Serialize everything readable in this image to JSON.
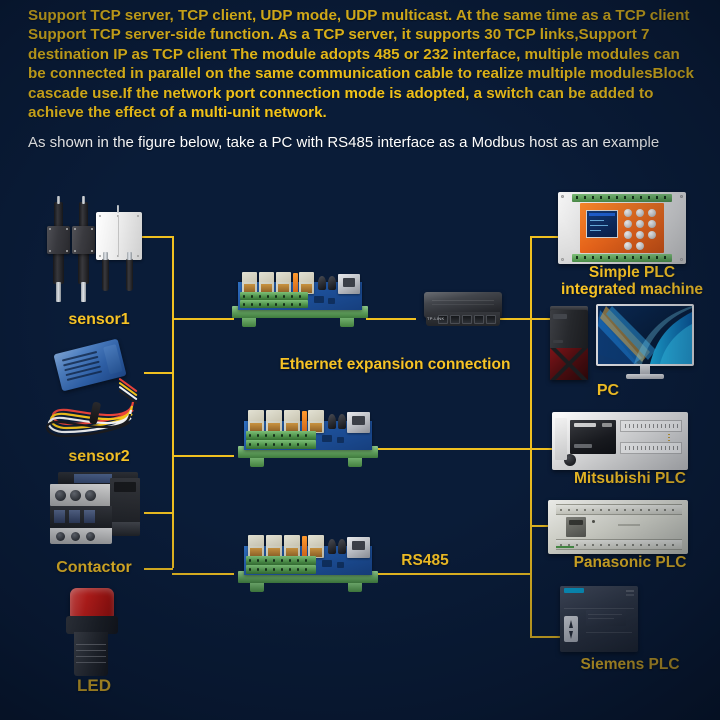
{
  "header": {
    "paragraph_yellow": "Support TCP server, TCP client, UDP mode, UDP multicast. At the same time as a TCP client Support TCP server-side function. As a TCP server, it supports 30 TCP links,Support 7 destination IP as TCP client\nThe module adopts 485 or 232 interface, multiple modules can be connected in parallel on the same communication cable to realize multiple modulesBlock cascade use.If the network port connection mode is adopted, a switch can be added to achieve the effect of a multi-unit network.",
    "paragraph_white": "As shown in the figure below, take a PC with RS485 interface as a\nModbus host as an example"
  },
  "colors": {
    "accent_yellow": "#f7c325",
    "wire": "#f0c020",
    "background_deep": "#071a33",
    "background_mid": "#14559a",
    "white_text": "#ffffff"
  },
  "left_devices": [
    {
      "label": "sensor1",
      "name": "sensor1"
    },
    {
      "label": "sensor2",
      "name": "sensor2"
    },
    {
      "label": "Contactor",
      "name": "contactor"
    },
    {
      "label": "LED",
      "name": "led-indicator"
    }
  ],
  "center": {
    "modules": [
      {
        "name": "relay-module-1"
      },
      {
        "name": "relay-module-2"
      },
      {
        "name": "relay-module-3"
      }
    ],
    "switch": {
      "name": "ethernet-switch",
      "ports": 5
    },
    "ethernet_label": "Ethernet expansion connection",
    "rs485_label": "RS485"
  },
  "right_devices": [
    {
      "label": "Simple PLC\nintegrated machine",
      "name": "simple-plc-integrated-machine"
    },
    {
      "label": "PC",
      "name": "pc"
    },
    {
      "label": "Mitsubishi PLC",
      "name": "mitsubishi-plc"
    },
    {
      "label": "Panasonic PLC",
      "name": "panasonic-plc"
    },
    {
      "label": "Siemens PLC",
      "name": "siemens-plc"
    }
  ]
}
